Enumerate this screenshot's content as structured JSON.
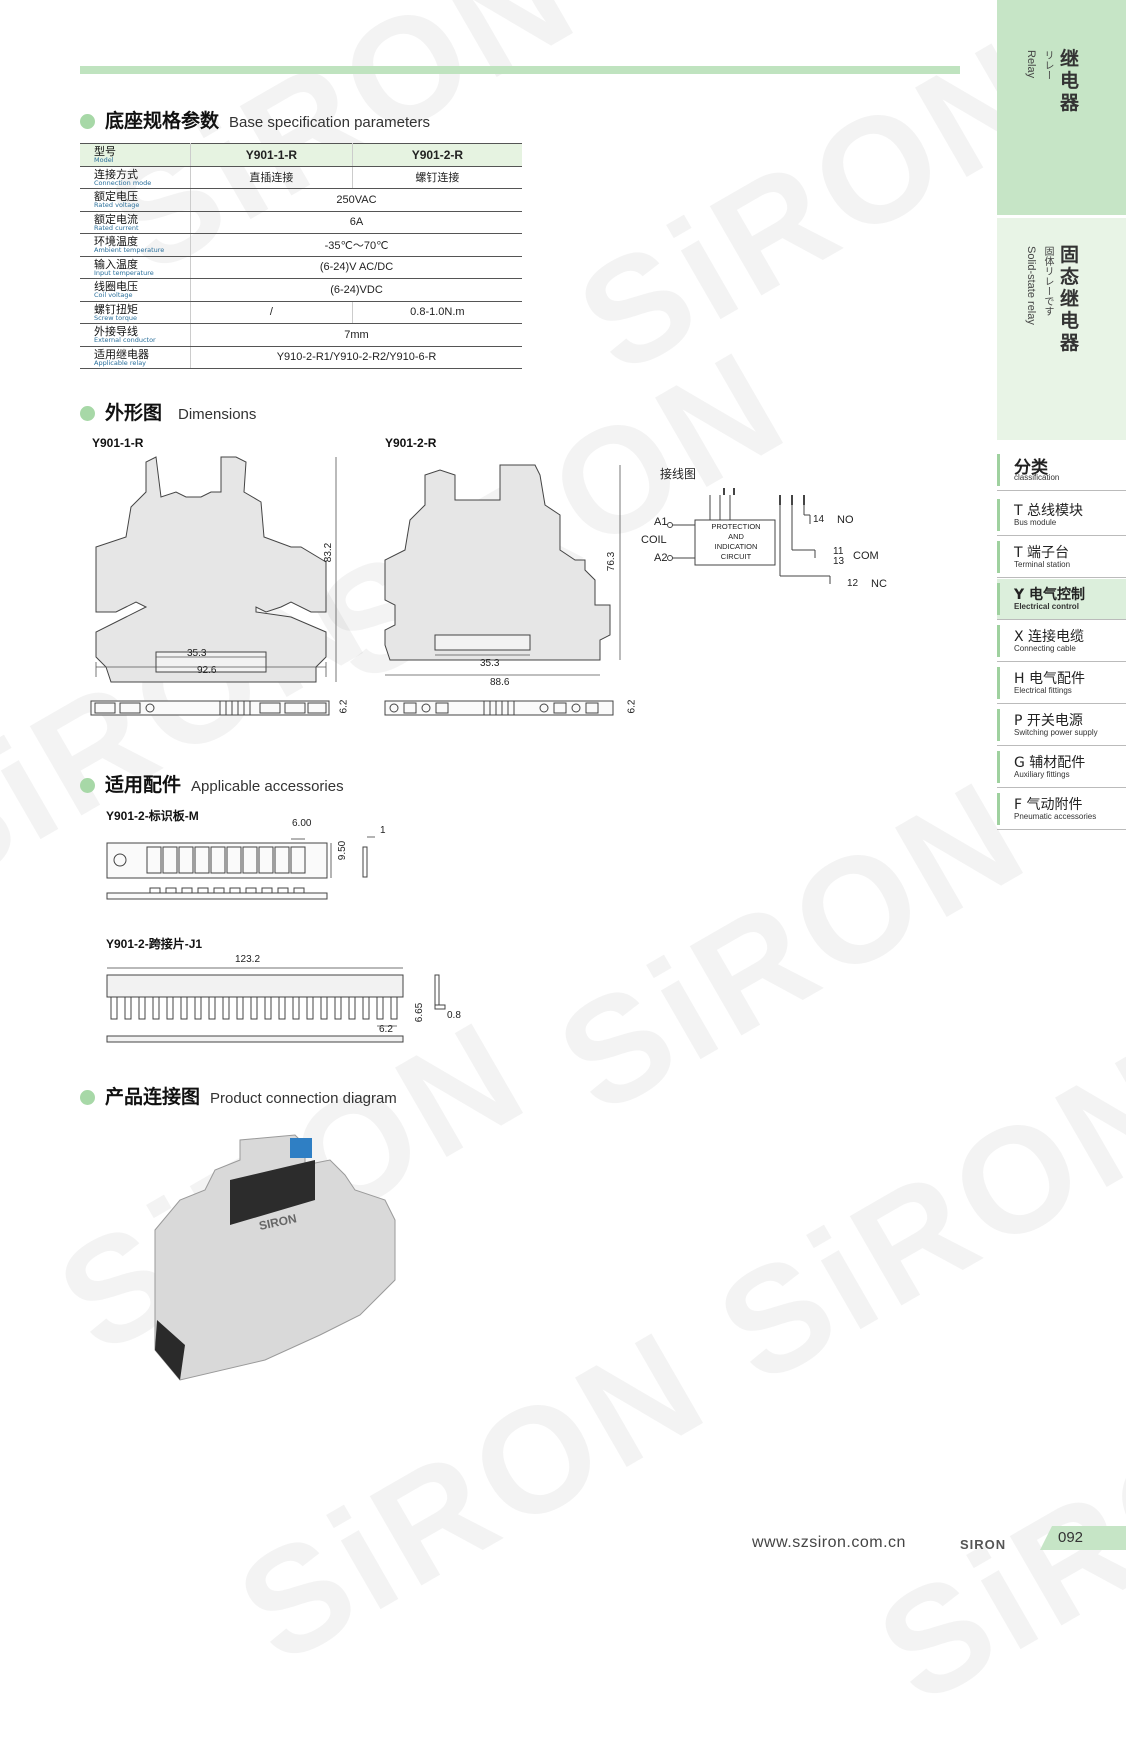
{
  "sections": {
    "spec": {
      "zh": "底座规格参数",
      "en": "Base specification parameters"
    },
    "dimensions": {
      "zh": "外形图",
      "en": "Dimensions"
    },
    "accessories": {
      "zh": "适用配件",
      "en": "Applicable accessories"
    },
    "connection": {
      "zh": "产品连接图",
      "en": "Product connection diagram"
    }
  },
  "spec_table": {
    "model_label": {
      "zh": "型号",
      "en": "Model"
    },
    "models": [
      "Y901-1-R",
      "Y901-2-R"
    ],
    "rows": [
      {
        "zh": "连接方式",
        "en": "Connection mode",
        "values": [
          "直插连接",
          "螺钉连接"
        ]
      },
      {
        "zh": "额定电压",
        "en": "Rated voltage",
        "value": "250VAC"
      },
      {
        "zh": "额定电流",
        "en": "Rated current",
        "value": "6A"
      },
      {
        "zh": "环境温度",
        "en": "Ambient temperature",
        "value": "-35℃～70℃"
      },
      {
        "zh": "输入温度",
        "en": "Input temperature",
        "value": "(6-24)V AC/DC"
      },
      {
        "zh": "线圈电压",
        "en": "Coil voltage",
        "value": "(6-24)VDC"
      },
      {
        "zh": "螺钉扭矩",
        "en": "Screw torque",
        "values": [
          "/",
          "0.8-1.0N.m"
        ]
      },
      {
        "zh": "外接导线",
        "en": "External conductor",
        "value": "7mm"
      },
      {
        "zh": "适用继电器",
        "en": "Applicable relay",
        "value": "Y910-2-R1/Y910-2-R2/Y910-6-R"
      }
    ]
  },
  "dimensions": {
    "left": {
      "title": "Y901-1-R",
      "height": "83.2",
      "inner": "35.3",
      "width": "92.6",
      "thickness": "6.2"
    },
    "right": {
      "title": "Y901-2-R",
      "height": "76.3",
      "inner": "35.3",
      "width": "88.6",
      "thickness": "6.2"
    },
    "wiring": {
      "title": "接线图",
      "a1": "A1",
      "coil": "COIL",
      "a2": "A2",
      "box": [
        "PROTECTION",
        "AND",
        "INDICATION",
        "CIRCUIT"
      ],
      "no_num": "14",
      "no": "NO",
      "com_num1": "11",
      "com_num2": "13",
      "com": "COM",
      "nc_num": "12",
      "nc": "NC"
    }
  },
  "accessories": {
    "a1": {
      "title": "Y901-2-标识板-M",
      "pitch": "6.00",
      "height": "9.50",
      "thick": "1"
    },
    "a2": {
      "title": "Y901-2-跨接片-J1",
      "length": "123.2",
      "pitch": "6.2",
      "depth": "6.65",
      "thick": "0.8"
    }
  },
  "sidebar": {
    "relay": {
      "zh": "继电器",
      "jp": "リレー",
      "en": "Relay"
    },
    "ssr": {
      "zh": "固态继电器",
      "jp": "固体リレーです",
      "en": "Solid-state relay"
    },
    "categories": [
      {
        "zh": "分类",
        "en": "classification"
      },
      {
        "zh": "T 总线模块",
        "en": "Bus module"
      },
      {
        "zh": "T 端子台",
        "en": "Terminal station"
      },
      {
        "zh": "Y 电气控制",
        "en": "Electrical control"
      },
      {
        "zh": "X 连接电缆",
        "en": "Connecting cable"
      },
      {
        "zh": "H 电气配件",
        "en": "Electrical fittings"
      },
      {
        "zh": "P 开关电源",
        "en": "Switching power supply"
      },
      {
        "zh": "G 辅材配件",
        "en": "Auxiliary fittings"
      },
      {
        "zh": "F 气动附件",
        "en": "Pneumatic accessories"
      }
    ]
  },
  "footer": {
    "url": "www.szsiron.com.cn",
    "brand": "SIRON",
    "page": "092"
  },
  "product_label": "SIRON",
  "colors": {
    "accent": "#a7d8a7",
    "sidebar": "#c6e5c6",
    "table_head": "#e6f3e1"
  }
}
